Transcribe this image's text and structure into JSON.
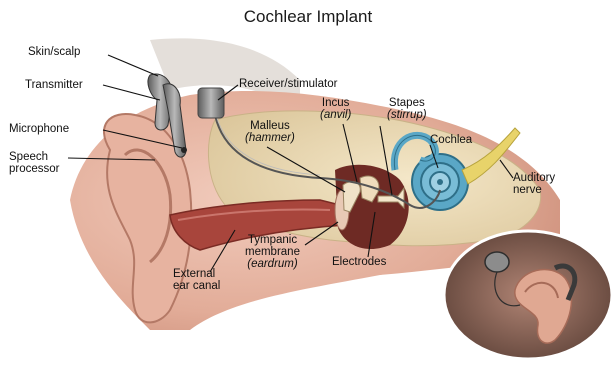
{
  "title": "Cochlear Implant",
  "labels": {
    "skin_scalp": "Skin/scalp",
    "transmitter": "Transmitter",
    "microphone": "Microphone",
    "speech_processor": [
      "Speech",
      "processor"
    ],
    "receiver_stimulator": "Receiver/stimulator",
    "incus": [
      "Incus",
      "(anvil)"
    ],
    "stapes": [
      "Stapes",
      "(stirrup)"
    ],
    "malleus": [
      "Malleus",
      "(hammer)"
    ],
    "cochlea": "Cochlea",
    "auditory_nerve": [
      "Auditory",
      "nerve"
    ],
    "tympanic_membrane": [
      "Tympanic",
      "membrane",
      "(eardrum)"
    ],
    "electrodes": "Electrodes",
    "external_ear_canal": [
      "External",
      "ear canal"
    ]
  },
  "colors": {
    "skin": "#e6b6a4",
    "skin_dark": "#c98f7c",
    "bone": "#ead9b6",
    "canal": "#a8453c",
    "cochlea": "#5aa7c6",
    "nerve": "#e8d36a",
    "device": "#8a8a8a"
  }
}
